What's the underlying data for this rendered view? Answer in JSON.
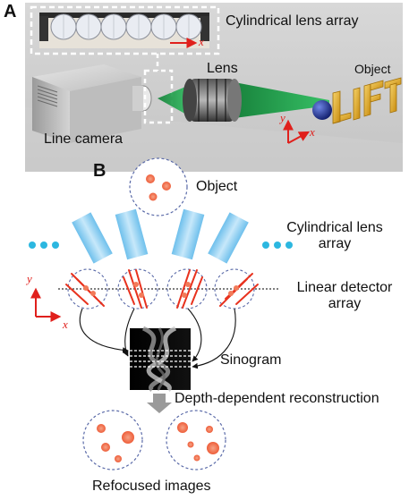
{
  "panel_a": {
    "letter": "A",
    "lens_array_label": "Cylindrical lens array",
    "lens_label": "Lens",
    "object_label": "Object",
    "camera_label": "Line camera",
    "inset_axis_x": "x",
    "axis_x": "x",
    "axis_y": "y",
    "object_letters": "LIFT"
  },
  "panel_b": {
    "letter": "B",
    "object_label": "Object",
    "lens_array_label_1": "Cylindrical lens",
    "lens_array_label_2": "array",
    "detector_label_1": "Linear detector",
    "detector_label_2": "array",
    "sinogram_label": "Sinogram",
    "reconstruction_label": "Depth-dependent reconstruction",
    "refocused_label": "Refocused images",
    "axis_x": "x",
    "axis_y": "y"
  },
  "colors": {
    "accent_red": "#e0201c",
    "spot_orange": "#f27b5a",
    "lens_blue": "#8ccdf0",
    "dots_cyan": "#2cb7e0",
    "dashed_circle": "#5a6aa8",
    "beam_green": "#1ea84a"
  }
}
